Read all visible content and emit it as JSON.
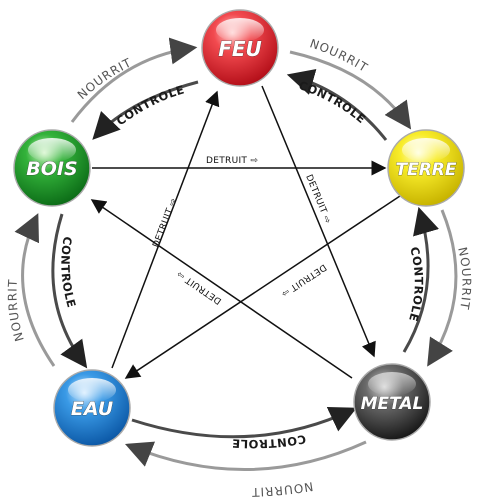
{
  "elements": {
    "feu": "FEU",
    "terre": "TERRE",
    "metal": "METAL",
    "eau": "EAU",
    "bois": "BOIS"
  },
  "relations": {
    "nourrit": "NOURRIT",
    "controle": "CONTROLE",
    "detruit": "DETRUIT ⇨"
  },
  "colors": {
    "feu": "#e8202a",
    "terre": "#f2e000",
    "metal": "#2a2a2a",
    "eau": "#1e86d8",
    "bois": "#1c9a28",
    "outer_arrow": "#9a9a9a",
    "inner_arrow": "#4a4a4a",
    "line": "#111111"
  }
}
